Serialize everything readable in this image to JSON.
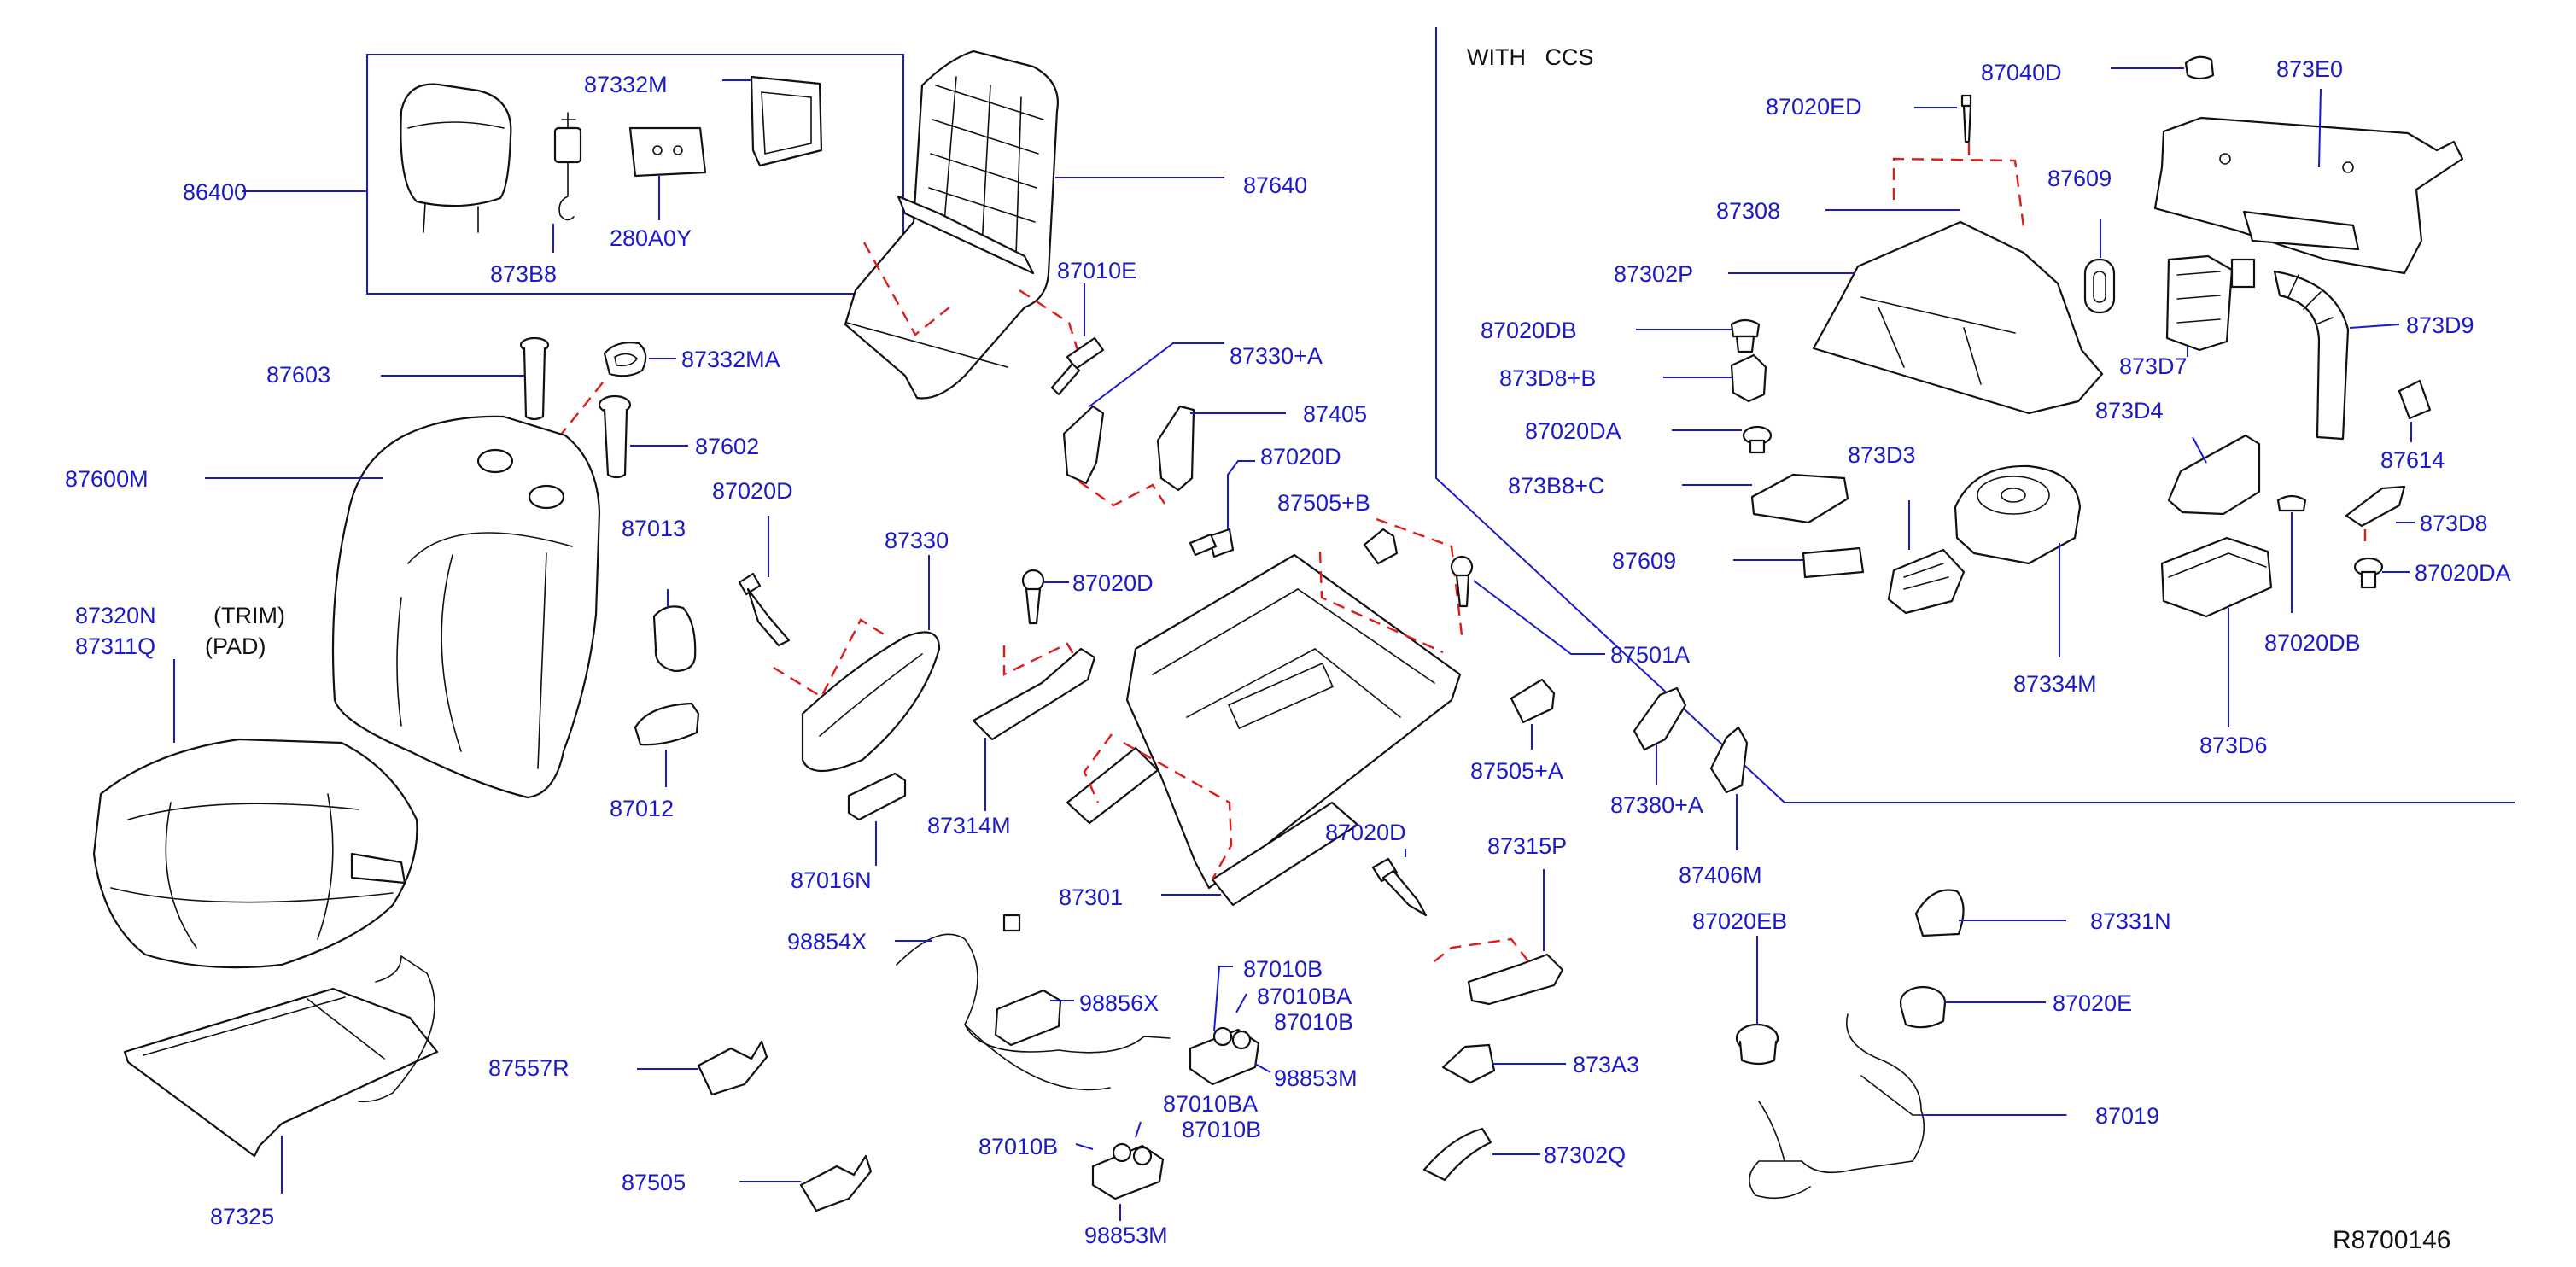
{
  "section_header": "WITH   CCS",
  "notes": {
    "trim": "(TRIM)",
    "pad": "(PAD)"
  },
  "drawing_number": "R8700146",
  "parts": {
    "p86400": "86400",
    "p87332M": "87332M",
    "p280A0Y": "280A0Y",
    "p873B8": "873B8",
    "p87640": "87640",
    "p87010E": "87010E",
    "p87603": "87603",
    "p87332MA": "87332MA",
    "p87602": "87602",
    "p87600M": "87600M",
    "p87020D_a": "87020D",
    "p87330": "87330",
    "p87013": "87013",
    "p87320N": "87320N",
    "p87311Q": "87311Q",
    "p87330A": "87330+A",
    "p87405": "87405",
    "p87020D_b": "87020D",
    "p87505B": "87505+B",
    "p87020D_c": "87020D",
    "p87501A": "87501A",
    "p87012": "87012",
    "p87016N": "87016N",
    "p87314M": "87314M",
    "p87505A": "87505+A",
    "p87380A": "87380+A",
    "p87406M": "87406M",
    "p87020D_d": "87020D",
    "p87315P": "87315P",
    "p87301": "87301",
    "p98854X": "98854X",
    "p98856X": "98856X",
    "p87010B_a": "87010B",
    "p87010BA_a": "87010BA",
    "p87010B_b": "87010B",
    "p98853M_a": "98853M",
    "p87010BA_b": "87010BA",
    "p87010B_c": "87010B",
    "p87010B_d": "87010B",
    "p98853M_b": "98853M",
    "p87557R": "87557R",
    "p87505": "87505",
    "p87325": "87325",
    "p873A3": "873A3",
    "p87302Q": "87302Q",
    "p87020EB": "87020EB",
    "p87331N": "87331N",
    "p87020E": "87020E",
    "p87019": "87019",
    "p87040D": "87040D",
    "p873E0": "873E0",
    "p87020ED": "87020ED",
    "p87308": "87308",
    "p87609_a": "87609",
    "p87302P": "87302P",
    "p873D9": "873D9",
    "p87020DB_a": "87020DB",
    "p873D7": "873D7",
    "p873D8B": "873D8+B",
    "p873D4": "873D4",
    "p87020DA_a": "87020DA",
    "p87614": "87614",
    "p873D3": "873D3",
    "p873B8C": "873B8+C",
    "p87609_b": "87609",
    "p873D8": "873D8",
    "p87020DA_b": "87020DA",
    "p87334M": "87334M",
    "p87020DB_b": "87020DB",
    "p873D6": "873D6"
  }
}
